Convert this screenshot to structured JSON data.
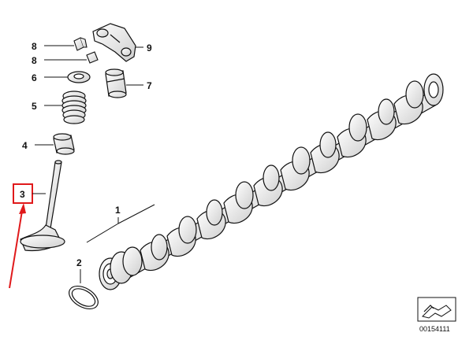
{
  "diagram": {
    "callouts": {
      "camshaft": "1",
      "seal_ring": "2",
      "valve": "3",
      "valve_stem_seal": "4",
      "valve_spring": "5",
      "spring_retainer": "6",
      "hydraulic_tappet": "7",
      "valve_keeper_upper": "8",
      "valve_keeper_lower": "8",
      "roller_rocker_arm": "9"
    },
    "catalog_number": "00154111",
    "highlight_color": "#e0191b",
    "line_color": "#111111",
    "part_fill": "#f2f2f2"
  }
}
